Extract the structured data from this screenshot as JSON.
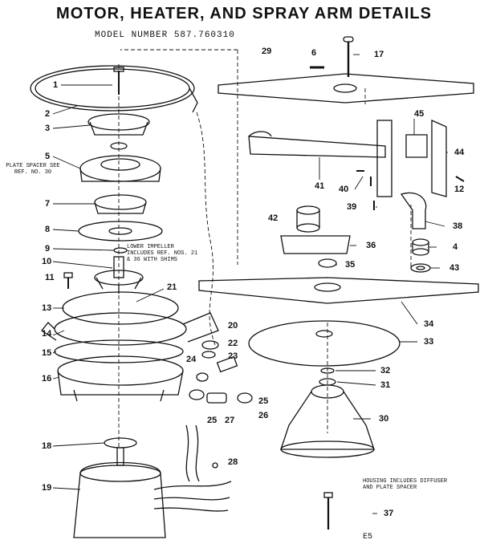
{
  "title": "MOTOR, HEATER, AND SPRAY ARM DETAILS",
  "model_number": "MODEL NUMBER 587.760310",
  "corner_mark": "E5",
  "notes": {
    "plate_spacer": "PLATE SPACER SEE REF. NO. 30",
    "lower_impeller": "LOWER IMPELLER INCLUDES REF. NOS. 21 & 36 WITH SHIMS",
    "housing": "HOUSING INCLUDES DIFFUSER AND PLATE SPACER"
  },
  "callouts": {
    "n1": "1",
    "n2": "2",
    "n3": "3",
    "n5": "5",
    "n7": "7",
    "n8": "8",
    "n9": "9",
    "n10": "10",
    "n11": "11",
    "n13": "13",
    "n14": "14",
    "n15": "15",
    "n16": "16",
    "n18": "18",
    "n19": "19",
    "n20": "20",
    "n21": "21",
    "n22": "22",
    "n23": "23",
    "n24": "24",
    "n25a": "25",
    "n25b": "25",
    "n26": "26",
    "n27": "27",
    "n28": "28",
    "n29": "29",
    "n6": "6",
    "n17": "17",
    "n45": "45",
    "n44": "44",
    "n41": "41",
    "n40": "40",
    "n12": "12",
    "n39": "39",
    "n38": "38",
    "n42": "42",
    "n36": "36",
    "n4": "4",
    "n35": "35",
    "n43": "43",
    "n34": "34",
    "n33": "33",
    "n32": "32",
    "n31": "31",
    "n30": "30",
    "n37": "37"
  }
}
